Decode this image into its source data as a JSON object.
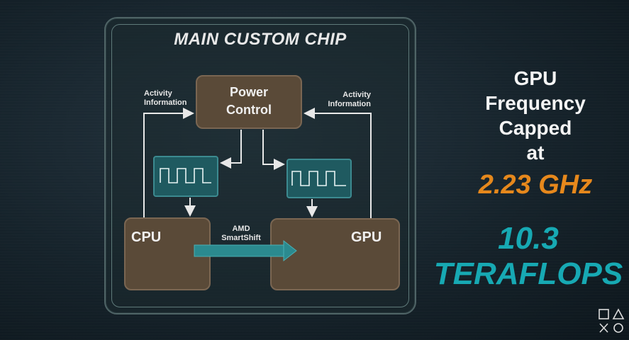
{
  "diagram": {
    "title": "MAIN CUSTOM CHIP",
    "power_control": "Power\nControl",
    "activity_left": "Activity\nInformation",
    "activity_right": "Activity\nInformation",
    "cpu": "CPU",
    "gpu": "GPU",
    "smartshift": "AMD\nSmartShift"
  },
  "side_text": {
    "line1": "GPU",
    "line2": "Frequency",
    "line3": "Capped",
    "line4": "at",
    "frequency": "2.23 GHz",
    "teraflops_value": "10.3",
    "teraflops_label": "TERAFLOPS"
  },
  "colors": {
    "accent_orange": "#e6881c",
    "accent_teal": "#17a9b3",
    "box_brown": "#5a4a38",
    "wave_teal": "#1f5a60"
  },
  "icons": [
    "playstation-logo-icon"
  ]
}
